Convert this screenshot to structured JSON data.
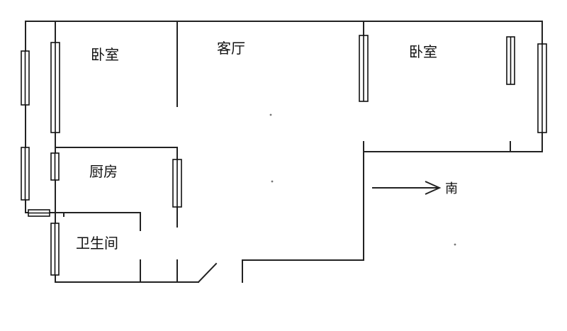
{
  "rooms": {
    "bedroom_left": "卧室",
    "living_room": "客厅",
    "bedroom_right": "卧室",
    "kitchen": "厨房",
    "bathroom": "卫生间"
  },
  "compass": {
    "label": "南"
  },
  "colors": {
    "wall": "#222222",
    "window_frame": "#111111",
    "window_glass": "#ffffff"
  }
}
